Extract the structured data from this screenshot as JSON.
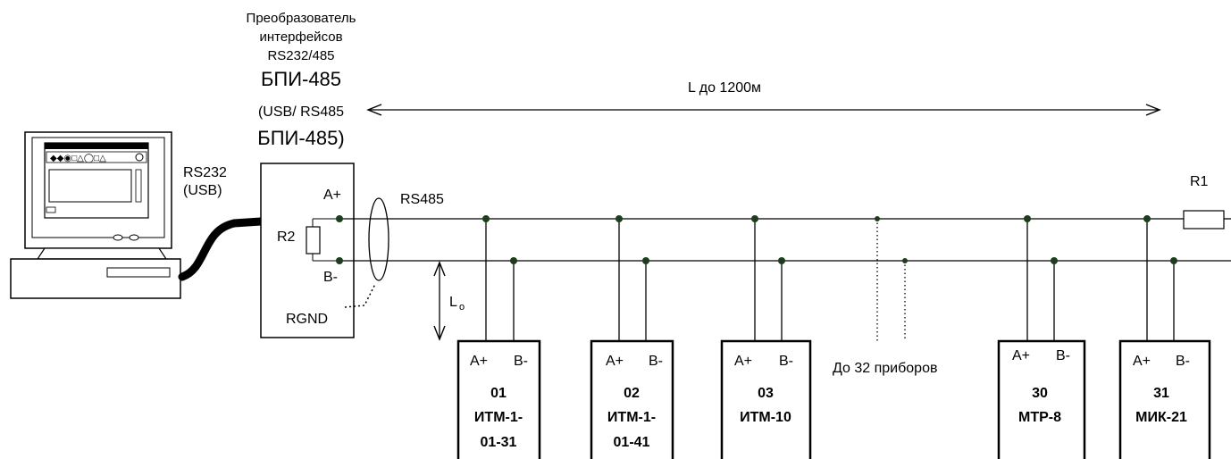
{
  "converter": {
    "title_lines": [
      "Преобразователь",
      "интерфейсов",
      "RS232/485"
    ],
    "model": "БПИ-485",
    "alt_line1": "(USB/ RS485",
    "alt_line2": "БПИ-485)",
    "port_a": "A+",
    "port_b": "B-",
    "resistor": "R2",
    "ground": "RGND"
  },
  "pc_link": {
    "line1": "RS232",
    "line2": "(USB)"
  },
  "bus": {
    "label": "RS485",
    "length_label": "L  до  1200м",
    "stub_label": "L",
    "stub_subscript": "о",
    "terminator": "R1",
    "more_devices": "До 32 приборов"
  },
  "devices": [
    {
      "pin_a": "A+",
      "pin_b": "B-",
      "address": "01",
      "name_lines": [
        "ИТМ-1-",
        "01-31"
      ]
    },
    {
      "pin_a": "A+",
      "pin_b": "B-",
      "address": "02",
      "name_lines": [
        "ИТМ-1-",
        "01-41"
      ]
    },
    {
      "pin_a": "A+",
      "pin_b": "B-",
      "address": "03",
      "name_lines": [
        "ИТМ-10"
      ]
    },
    {
      "pin_a": "A+",
      "pin_b": "B-",
      "address": "30",
      "name_lines": [
        "МТР-8"
      ]
    },
    {
      "pin_a": "A+",
      "pin_b": "B-",
      "address": "31",
      "name_lines": [
        "МИК-21"
      ]
    }
  ]
}
